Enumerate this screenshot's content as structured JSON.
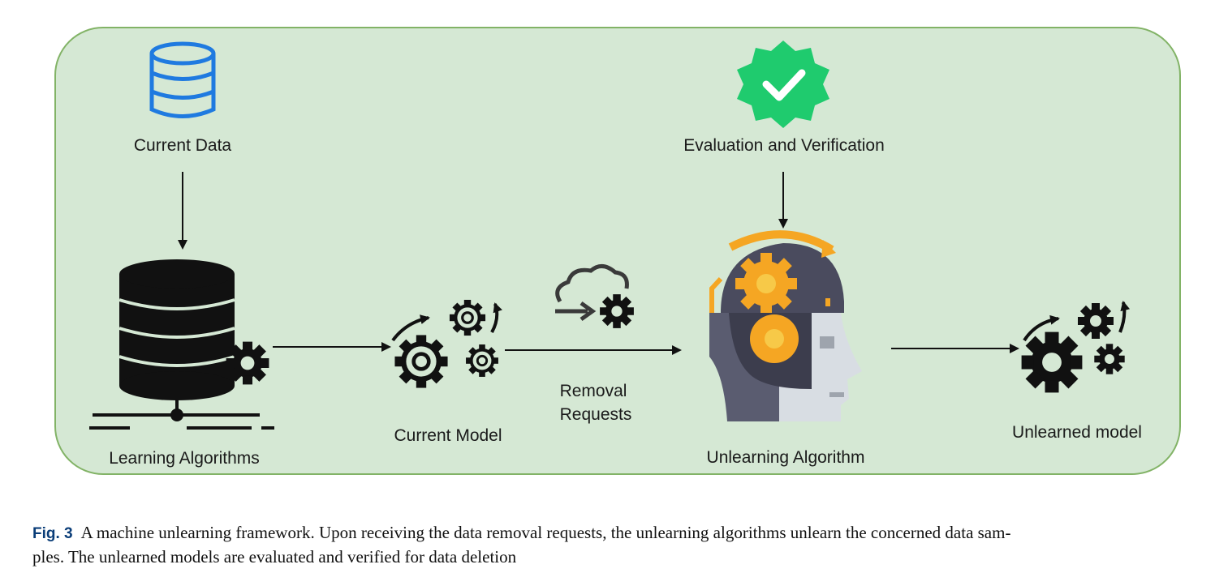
{
  "diagram": {
    "nodes": {
      "current_data": "Current Data",
      "learning_algorithms": "Learning Algorithms",
      "current_model": "Current Model",
      "removal_requests_line1": "Removal",
      "removal_requests_line2": "Requests",
      "evaluation": "Evaluation and Verification",
      "unlearning_algorithm": "Unlearning Algorithm",
      "unlearned_model": "Unlearned model"
    },
    "colors": {
      "panel_fill": "#d5e8d4",
      "panel_border": "#82b366",
      "database_outline": "#1f7ae0",
      "badge": "#1fcb6e",
      "gear_orange": "#f5a623",
      "head_dark": "#4a4b5e"
    },
    "icons": [
      "database-outline-icon",
      "database-server-icon",
      "gears-icon",
      "cloud-gear-icon",
      "verified-badge-icon",
      "ai-head-icon",
      "gears-black-icon"
    ]
  },
  "caption": {
    "label": "Fig. 3",
    "line1": "A machine unlearning framework. Upon receiving the data removal requests, the unlearning algorithms unlearn the concerned data sam-",
    "line2": "ples. The unlearned models are evaluated and verified for data deletion"
  }
}
